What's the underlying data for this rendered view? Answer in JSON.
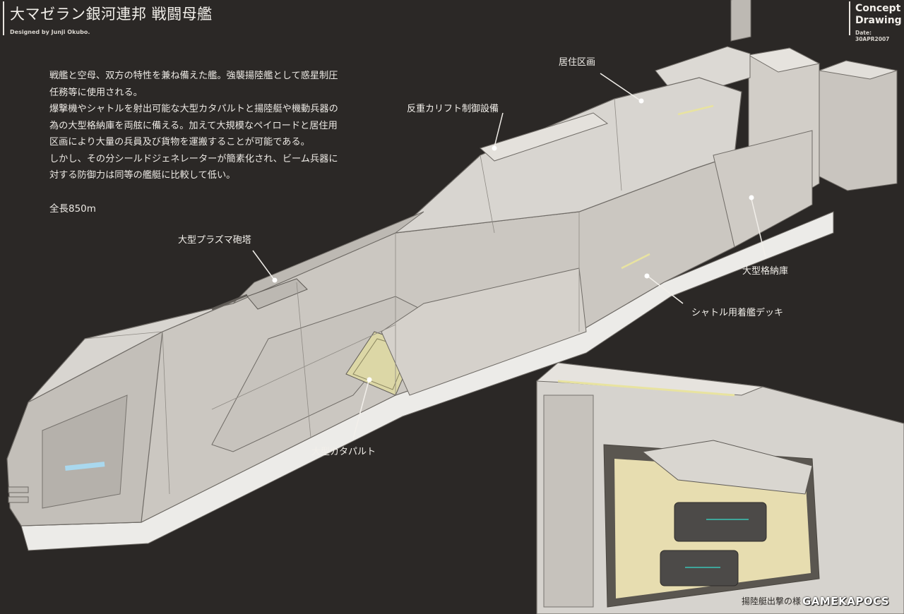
{
  "header": {
    "title": "大マゼラン銀河連邦 戦闘母艦",
    "designer": "Designed by Junji Okubo.",
    "concept_line1": "Concept",
    "concept_line2": "Drawing",
    "date": "Date: 30APR2007"
  },
  "description": {
    "paragraphs": [
      "戦艦と空母、双方の特性を兼ね備えた艦。強襲揚陸艦として惑星制圧任務等に使用される。",
      "爆撃機やシャトルを射出可能な大型カタパルトと揚陸艇や機動兵器の為の大型格納庫を両舷に備える。加えて大規模なペイロードと居住用区画により大量の兵員及び貨物を運搬することが可能である。",
      "しかし、その分シールドジェネレーターが簡素化され、ビーム兵器に対する防御力は同等の艦艇に比較して低い。"
    ],
    "length": "全長850m"
  },
  "callouts": {
    "living_quarters": "居住区画",
    "antigrav": "反重カリフト制御設備",
    "plasma_turret": "大型プラズマ砲塔",
    "hangar": "大型格納庫",
    "shuttle_deck": "シャトル用着艦デッキ",
    "catapult": "大型カタパルト"
  },
  "inset": {
    "caption": "揚陸艇出撃の様"
  },
  "watermark": "GAMEKAPOCS",
  "colors": {
    "background": "#2b2826",
    "hull_light": "#d9d6d0",
    "hull_mid": "#bdb9b3",
    "hull_dark": "#8f8b85",
    "glow": "#e8e3a0",
    "accent_blue": "#a9d8ee"
  }
}
